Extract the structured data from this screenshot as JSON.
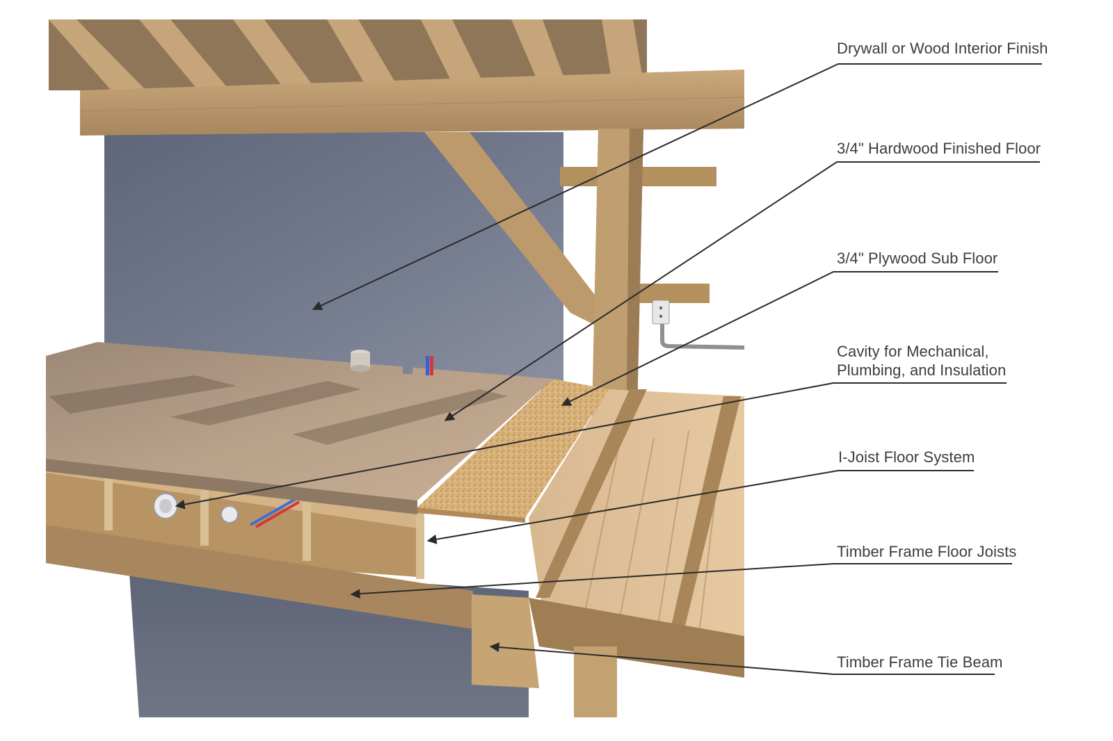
{
  "callouts": [
    {
      "id": "drywall",
      "lines": [
        "Drywall or Wood Interior Finish"
      ]
    },
    {
      "id": "hardwood",
      "lines": [
        "3/4\" Hardwood Finished Floor"
      ]
    },
    {
      "id": "plywood",
      "lines": [
        "3/4\" Plywood Sub Floor"
      ]
    },
    {
      "id": "cavity",
      "lines": [
        "Cavity for Mechanical,",
        "Plumbing, and Insulation"
      ]
    },
    {
      "id": "ijoist",
      "lines": [
        "I-Joist Floor System"
      ]
    },
    {
      "id": "floor-joists",
      "lines": [
        "Timber Frame Floor Joists"
      ]
    },
    {
      "id": "tie-beam",
      "lines": [
        "Timber Frame Tie Beam"
      ]
    }
  ],
  "colors": {
    "wall": "#6f7688",
    "wood": "#c7a57a",
    "wood_dark": "#9c7c55",
    "floor": "#b59c84",
    "osb": "#d9b57c",
    "leader": "#2a2a2a",
    "label": "#3c3c3c"
  }
}
